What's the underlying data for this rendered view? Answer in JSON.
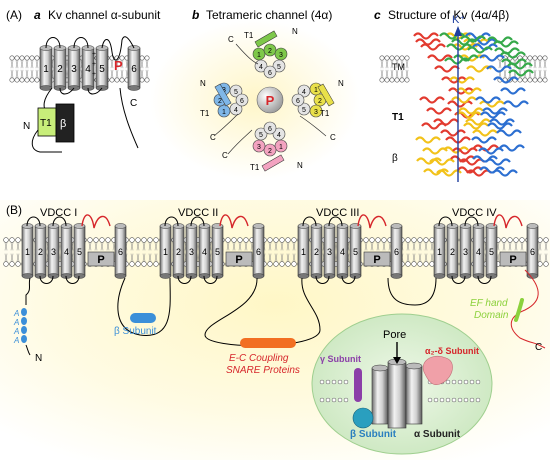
{
  "panel_a": {
    "section_label": "(A)",
    "letter": "a",
    "title": "Kv channel α-subunit",
    "segments": [
      "1",
      "2",
      "3",
      "4",
      "5",
      "6"
    ],
    "plus": "+",
    "pore": "P",
    "n_term": "N",
    "c_term": "C",
    "t1": "T1",
    "beta": "β"
  },
  "panel_b": {
    "letter": "b",
    "title": "Tetrameric channel (4α)",
    "pore": "P",
    "t1": "T1",
    "n": "N",
    "c": "C",
    "subunits": [
      {
        "color": "#7ec84a",
        "nums": [
          "1",
          "2",
          "3",
          "4",
          "5",
          "6"
        ]
      },
      {
        "color": "#e9e04a",
        "nums": [
          "1",
          "2",
          "3",
          "4",
          "5",
          "6"
        ]
      },
      {
        "color": "#f3a3c0",
        "nums": [
          "1",
          "2",
          "3",
          "4",
          "5",
          "6"
        ]
      },
      {
        "color": "#7fb7e8",
        "nums": [
          "1",
          "2",
          "3",
          "4",
          "5",
          "6"
        ]
      }
    ]
  },
  "panel_c": {
    "letter": "c",
    "title": "Structure of Kv (4α/4β)",
    "ion": "K⁺",
    "tm": "TM",
    "t1": "T1",
    "beta": "β"
  },
  "panel_B": {
    "section_label": "(B)",
    "domains": [
      "VDCC I",
      "VDCC II",
      "VDCC III",
      "VDCC IV"
    ],
    "segments": [
      "1",
      "2",
      "3",
      "4",
      "5",
      "6"
    ],
    "pore": "P",
    "a_marks": [
      "A",
      "A",
      "A",
      "A"
    ],
    "n_term": "N",
    "c_term": "C",
    "beta_subunit": "β Subunit",
    "ec_line1": "E-C Coupling",
    "ec_line2": "SNARE Proteins",
    "ef_line1": "EF hand",
    "ef_line2": "Domain"
  },
  "inset": {
    "pore": "Pore",
    "gamma": "γ Subunit",
    "alpha2delta": "α₂-δ Subunit",
    "beta": "β Subunit",
    "alpha": "α Subunit"
  },
  "colors": {
    "pore_red": "#d6262b",
    "ec_orange": "#f26f22",
    "ef_green": "#8cd13c",
    "beta_blue": "#3b8fd9",
    "gamma_purple": "#8b3fa8",
    "a2d_pink": "#f0a0a8",
    "inset_bg": "#dff2d6"
  }
}
